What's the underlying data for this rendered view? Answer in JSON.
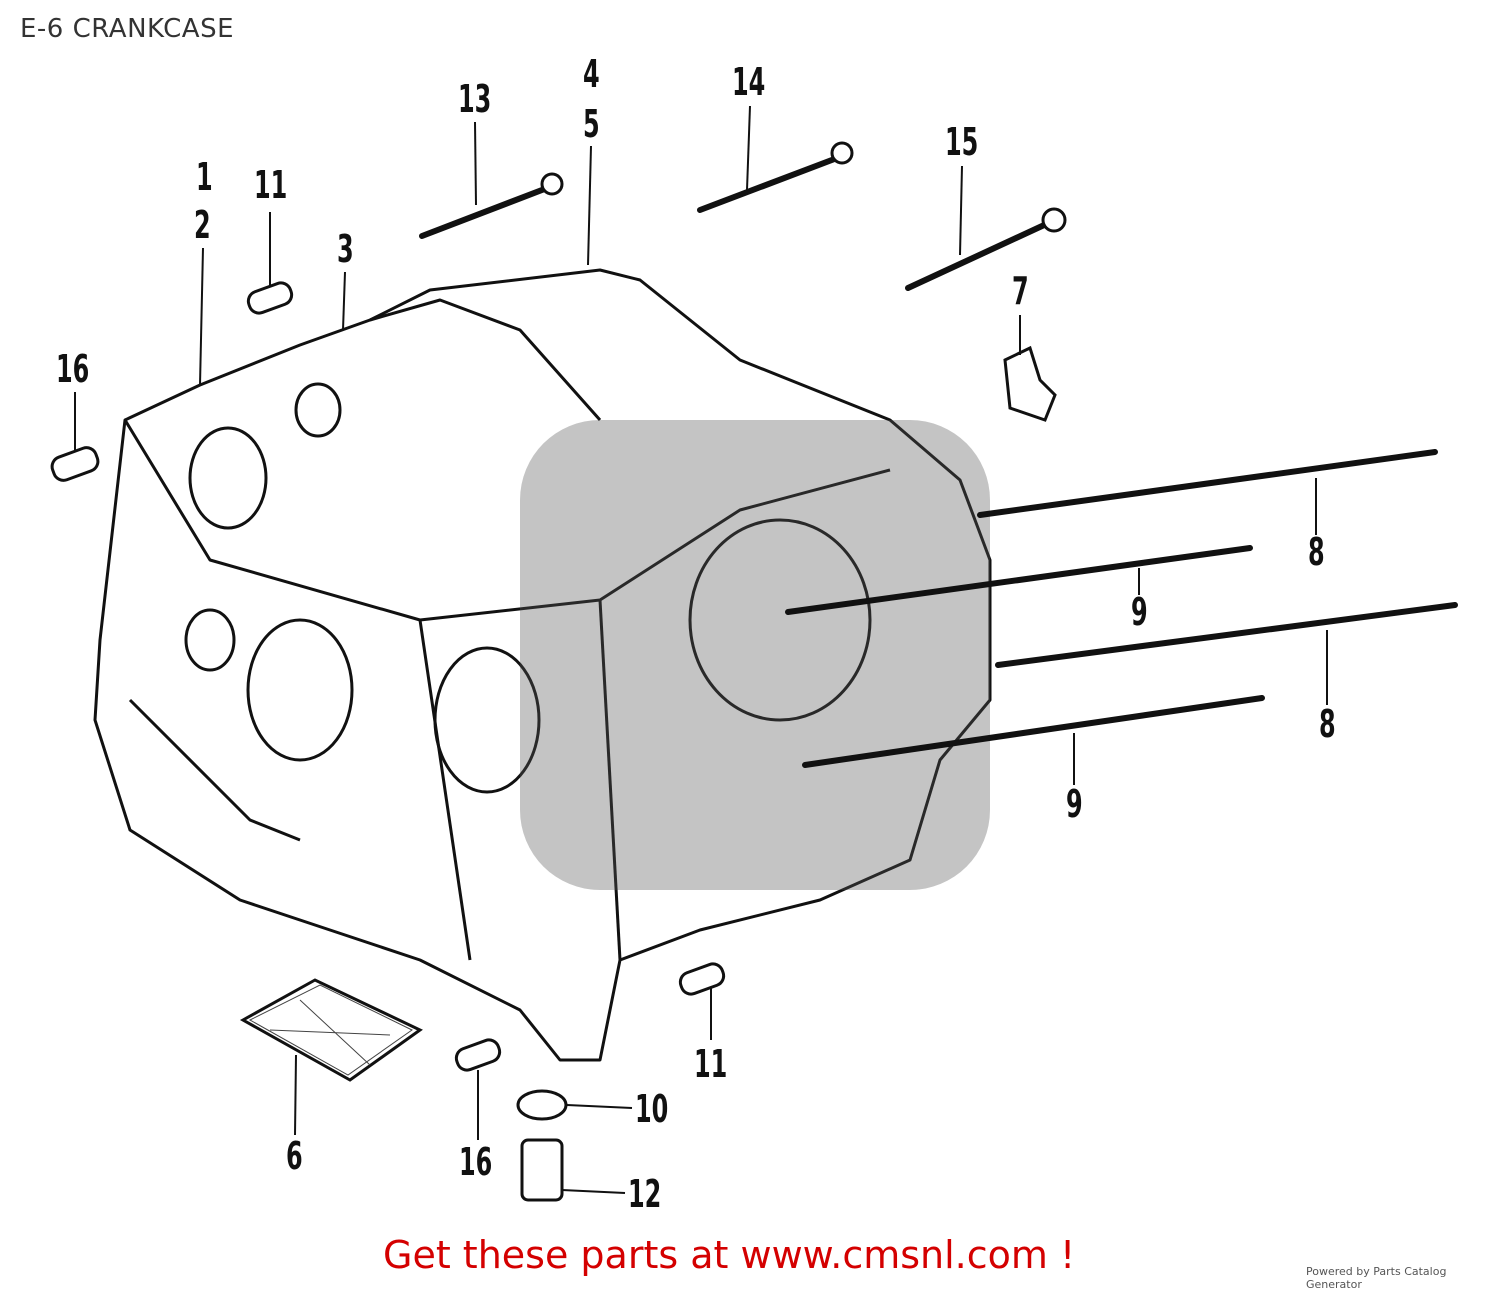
{
  "title": "E-6 CRANKCASE",
  "promo": "Get these parts at www.cmsnl.com !",
  "powered_by": "Powered by Parts Catalog Generator",
  "callouts": [
    "1",
    "2",
    "11",
    "3",
    "13",
    "4",
    "5",
    "14",
    "15",
    "7",
    "16",
    "8",
    "9",
    "8",
    "9",
    "11",
    "10",
    "6",
    "16",
    "12"
  ]
}
